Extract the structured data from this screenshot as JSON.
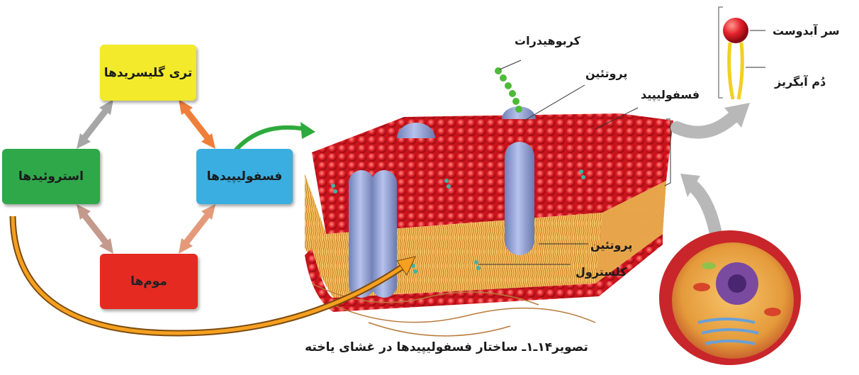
{
  "lipid_boxes": {
    "triglycerides": "تری گلیسریدها",
    "phospholipids": "فسفولیپیدها",
    "steroids": "استروئیدها",
    "waxes": "موم‌ها"
  },
  "membrane_labels": {
    "carbohydrates": "کربوهیدرات",
    "protein_top": "پروتئین",
    "phospholipid": "فسفولیپید",
    "protein_bottom": "پروتئین",
    "cholesterol": "کلسترول"
  },
  "phospholipid_detail": {
    "hydrophilic_head": "سر آبدوست",
    "hydrophobic_tail": "دُم آبگریز"
  },
  "caption": "تصویر۱۴ـ۱ـ ساختار فسفولیپیدها در غشای یاخته",
  "colors": {
    "triglycerides_box": "#f2ea2a",
    "phospholipids_box": "#3aaee0",
    "steroids_box": "#2fa84a",
    "waxes_box": "#e52a22",
    "membrane_head": "#e0202a",
    "membrane_tail": "#e8a23a",
    "protein": "#8f9fd2",
    "green_arrow": "#2eaa3c",
    "orange_arrow": "#f5a020"
  }
}
